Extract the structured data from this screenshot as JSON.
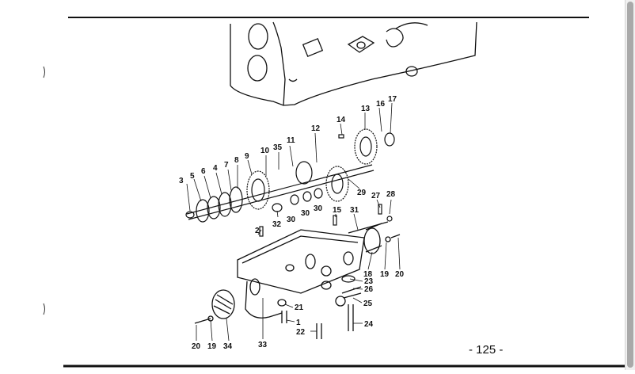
{
  "page": {
    "number_text": "- 125 -"
  },
  "diagram": {
    "callouts": [
      "3",
      "5",
      "6",
      "4",
      "7",
      "8",
      "9",
      "10",
      "35",
      "11",
      "12",
      "14",
      "13",
      "16",
      "17",
      "29",
      "27",
      "28",
      "32",
      "30",
      "30",
      "30",
      "15",
      "31",
      "2",
      "18",
      "19",
      "20",
      "23",
      "26",
      "25",
      "21",
      "1",
      "22",
      "24",
      "20",
      "19",
      "34",
      "33"
    ]
  }
}
